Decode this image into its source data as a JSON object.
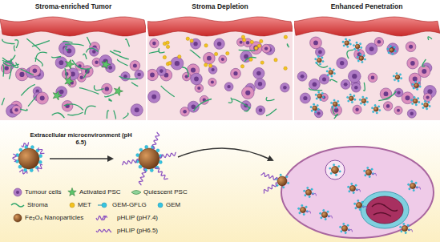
{
  "diagram": {
    "nodes": [
      {
        "text": [
          "Stroma-enriched Tumor"
        ]
      },
      {
        "text": [
          "Stroma Depletion"
        ]
      },
      {
        "text": [
          "Enhanced Penetration"
        ]
      }
    ],
    "labels": [
      "Extracellular microenvironment (pH 6.5)"
    ],
    "legend": [
      {
        "text": "Tumour cells"
      },
      {
        "text": "Activated PSC"
      },
      {
        "text": "Quiescent PSC"
      },
      {
        "text": "Stroma"
      },
      {
        "text": "MET"
      },
      {
        "text": "GEM-GFLG"
      },
      {
        "text": "GEM"
      },
      {
        "text": "Fe₃O₄ Nanoparticles"
      },
      {
        "text": "pHLIP (pH7.4)"
      },
      {
        "text": "pHLIP (pH6.5)"
      }
    ]
  }
}
